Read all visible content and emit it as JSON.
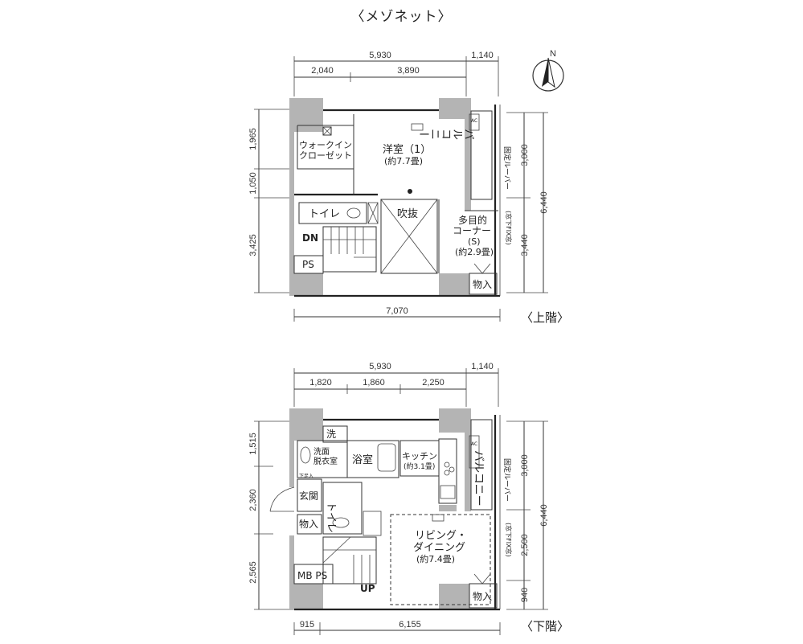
{
  "title": "〈メゾネット〉",
  "upper": {
    "label": "〈上階〉",
    "dims_top_total": [
      "5,930",
      "1,140"
    ],
    "dims_top_sub": [
      "2,040",
      "3,890"
    ],
    "dims_left": [
      "1,965",
      "1,050",
      "3,425"
    ],
    "dims_right": [
      "3,000",
      "3,440",
      "6,440"
    ],
    "dim_bottom": "7,070",
    "rooms": {
      "walkin": [
        "ウォークイン",
        "クローゼット"
      ],
      "bedroom": [
        "洋室（1）",
        "(約7.7畳)"
      ],
      "balcony": "バルコニー",
      "louver": "固定ルーバー",
      "toilet": "トイレ",
      "void": "吹抜",
      "multi": [
        "多目的",
        "コーナー",
        "(S)",
        "(約2.9畳)"
      ],
      "dn": "DN",
      "ps": "PS",
      "storage": "物入",
      "ac": "AC",
      "window": "(窓下FIX窓)"
    }
  },
  "lower": {
    "label": "〈下階〉",
    "dims_top_total": [
      "5,930",
      "1,140"
    ],
    "dims_top_sub": [
      "1,820",
      "1,860",
      "2,250"
    ],
    "dims_left": [
      "1,515",
      "2,360",
      "2,565"
    ],
    "dims_right": [
      "3,000",
      "2,500",
      "940",
      "6,440"
    ],
    "dims_bottom": [
      "915",
      "6,155"
    ],
    "rooms": {
      "wash": "洗",
      "washroom": [
        "洗面",
        "脱衣室"
      ],
      "bath": "浴室",
      "kitchen": [
        "キッチン",
        "(約3.1畳)"
      ],
      "balcony": "バルコニー",
      "louver": "固定ルーバー",
      "entrance": "玄関",
      "shoe": "下足入",
      "storage1": "物入",
      "toilet": "トイレ",
      "living": [
        "リビング・",
        "ダイニング",
        "(約7.4畳)"
      ],
      "mbps": "MB PS",
      "up": "UP",
      "storage2": "物入",
      "ac": "AC",
      "window": "(窓下FIX窓)"
    }
  },
  "compass": {
    "letter": "N"
  }
}
